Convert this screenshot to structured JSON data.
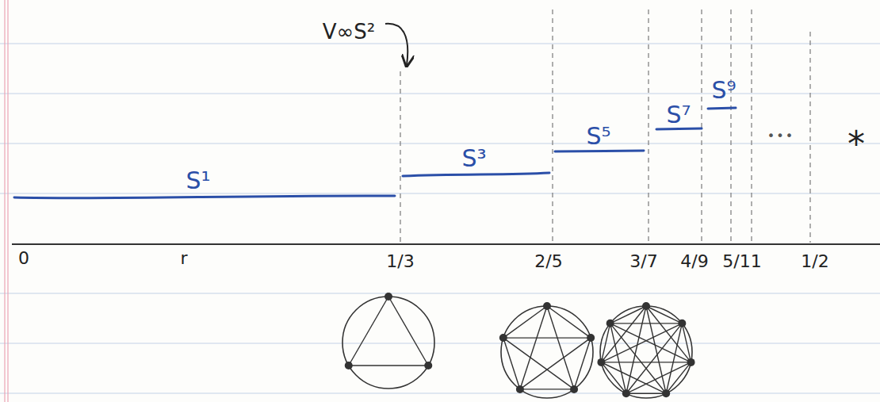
{
  "diagram": {
    "labels": [
      "V∞S²",
      "S¹",
      "S³",
      "S⁵",
      "S⁷",
      "S⁹",
      "•••",
      "*",
      "0",
      "r",
      "1/3",
      "2/5",
      "3/7",
      "4/9",
      "5/11",
      "1/2"
    ]
  }
}
